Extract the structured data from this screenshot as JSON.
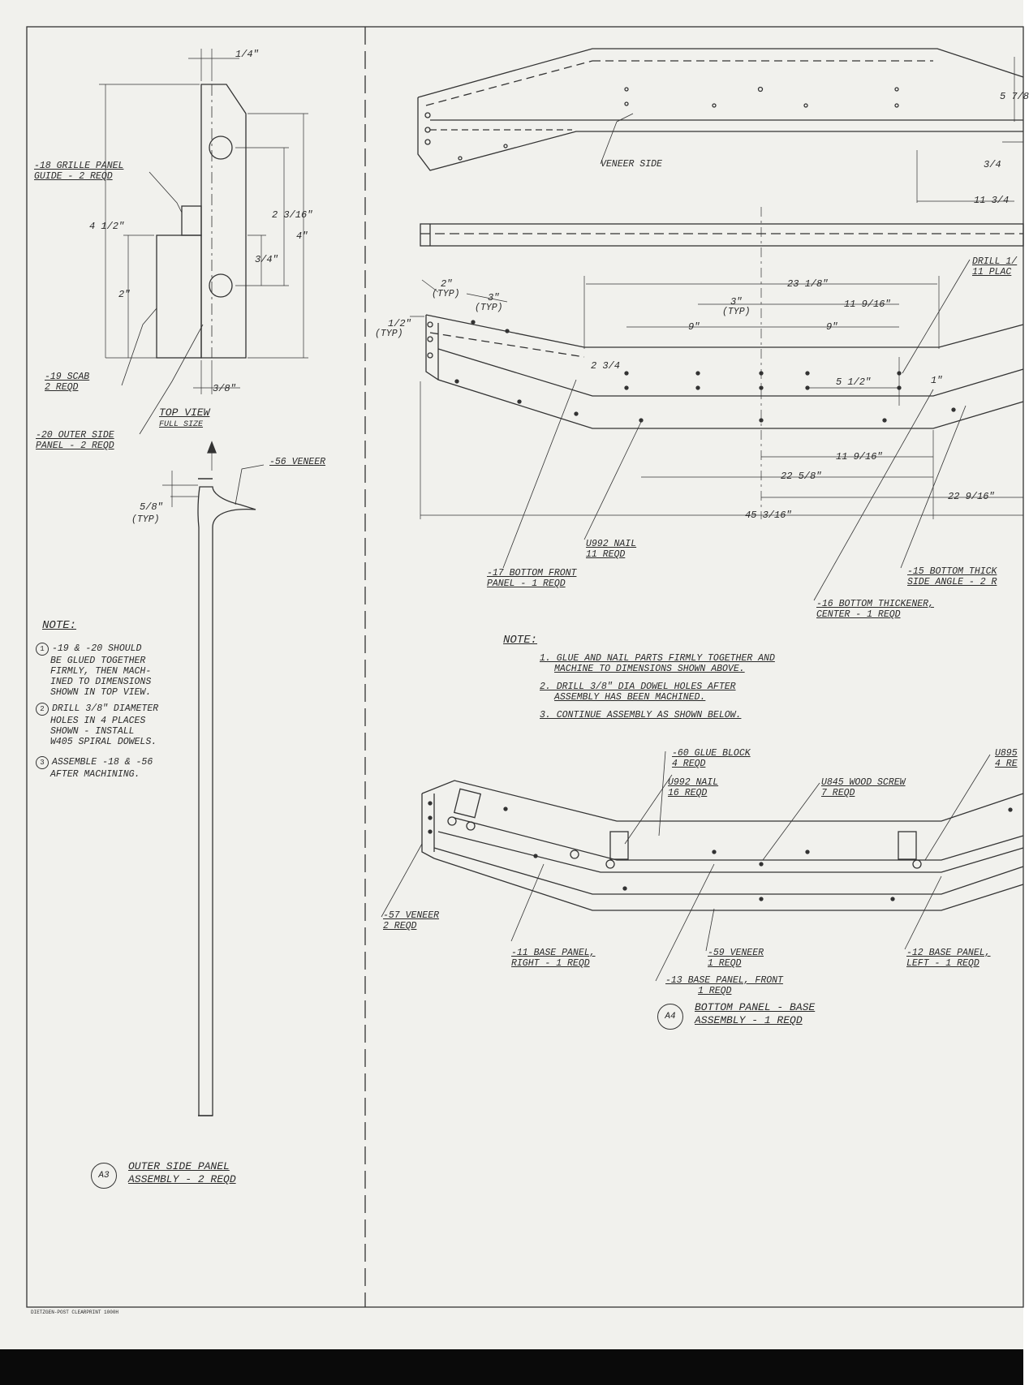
{
  "labels": {
    "grille_guide": [
      "-18 GRILLE PANEL",
      "GUIDE - 2 REQD"
    ],
    "scab": [
      "-19 SCAB",
      "2 REQD"
    ],
    "outer_side": [
      "-20 OUTER SIDE",
      "PANEL - 2 REQD"
    ],
    "top_view": [
      "TOP VIEW",
      "FULL SIZE"
    ],
    "veneer56": "-56 VENEER",
    "veneer_side": "VENEER SIDE",
    "drill": [
      "DRILL 1/",
      "11 PLAC"
    ],
    "nail_u992": [
      "U992 NAIL",
      "11 REQD"
    ],
    "bottom_front": [
      "-17 BOTTOM FRONT",
      "PANEL - 1 REQD"
    ],
    "bottom_thick_side": [
      "-15 BOTTOM THICK",
      "SIDE ANGLE - 2 R"
    ],
    "bottom_thick_center": [
      "-16 BOTTOM THICKENER,",
      "CENTER - 1 REQD"
    ],
    "glue_block": [
      "-60 GLUE BLOCK",
      "4 REQD"
    ],
    "nail_u992_16": [
      "U992 NAIL",
      "16 REQD"
    ],
    "wood_screw": [
      "U845 WOOD SCREW",
      "7 REQD"
    ],
    "u895": [
      "U895",
      "4 RE"
    ],
    "veneer57": [
      "-57 VENEER",
      "2 REQD"
    ],
    "base_right": [
      "-11 BASE PANEL,",
      "RIGHT - 1 REQD"
    ],
    "veneer59": [
      "-59 VENEER",
      "1 REQD"
    ],
    "base_front": [
      "-13 BASE PANEL, FRONT",
      "1 REQD"
    ],
    "base_left": [
      "-12 BASE PANEL,",
      "LEFT - 1 REQD"
    ]
  },
  "dims": {
    "q1_4": "1/4\"",
    "d4_1_2": "4 1/2\"",
    "d2_3_16": "2 3/16\"",
    "d4": "4\"",
    "d3_4": "3/4\"",
    "d2": "2\"",
    "d3_8": "3/8\"",
    "d5_8": "5/8\"",
    "typ": "(TYP)",
    "r5_7_8": "5 7/8",
    "r3_4": "3/4",
    "r11_3_4": "11 3/4",
    "d2typ": "2\"",
    "d3typ": "3\"",
    "d1_2typ": "1/2\"",
    "d23_1_8": "23 1/8\"",
    "d3typ2": "3\"",
    "d11_9_16a": "11 9/16\"",
    "d9a": "9\"",
    "d9b": "9\"",
    "d2_3_4": "2 3/4",
    "d5_1_2": "5 1/2\"",
    "d1": "1\"",
    "d11_9_16b": "11 9/16\"",
    "d22_5_8": "22 5/8\"",
    "d22_9_16": "22 9/16\"",
    "d45_3_16": "45 3/16\""
  },
  "note_a3": {
    "heading": "NOTE:",
    "items": [
      {
        "num": "1",
        "lines": [
          "-19 & -20 SHOULD",
          "BE GLUED TOGETHER",
          "FIRMLY, THEN MACH-",
          "INED TO DIMENSIONS",
          "SHOWN IN TOP VIEW."
        ]
      },
      {
        "num": "2",
        "lines": [
          "DRILL 3/8\" DIAMETER",
          "HOLES IN 4 PLACES",
          "SHOWN - INSTALL",
          "W405 SPIRAL DOWELS."
        ]
      },
      {
        "num": "3",
        "lines": [
          "ASSEMBLE -18 & -56",
          "AFTER MACHINING."
        ]
      }
    ]
  },
  "note_a4": {
    "heading": "NOTE:",
    "items": [
      [
        "1. GLUE AND NAIL PARTS FIRMLY TOGETHER AND",
        "MACHINE TO DIMENSIONS SHOWN ABOVE."
      ],
      [
        "2. DRILL 3/8\" DIA DOWEL HOLES AFTER",
        "ASSEMBLY HAS BEEN MACHINED."
      ],
      [
        "3. CONTINUE ASSEMBLY AS SHOWN BELOW."
      ]
    ]
  },
  "titles": {
    "a3": {
      "id": "A3",
      "lines": [
        "OUTER SIDE PANEL",
        "ASSEMBLY - 2 REQD"
      ]
    },
    "a4": {
      "id": "A4",
      "lines": [
        "BOTTOM PANEL - BASE",
        "ASSEMBLY - 1 REQD"
      ]
    }
  },
  "footer": "DIETZGEN-POST CLEARPRINT 1000H"
}
